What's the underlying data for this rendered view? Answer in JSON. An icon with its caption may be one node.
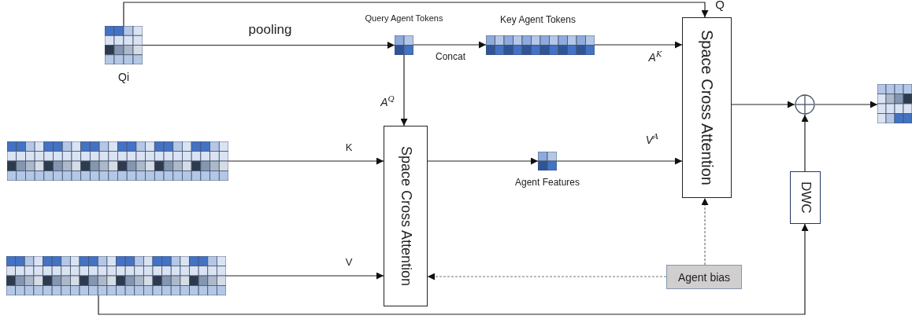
{
  "diagram": {
    "nodes": [
      {
        "text": [],
        "shape": "picture",
        "beside": [
          "Qi"
        ]
      },
      {
        "text": [],
        "shape": "picture",
        "beside": [
          "Query Agent Tokens"
        ]
      },
      {
        "text": [],
        "shape": "picture",
        "beside": [
          "Key Agent Tokens"
        ]
      },
      {
        "text": [
          "Space Cross Attention"
        ]
      },
      {
        "text": [],
        "shape": "picture"
      },
      {
        "text": [],
        "shape": "picture"
      },
      {
        "text": [
          "Space Cross Attention"
        ]
      },
      {
        "text": [],
        "shape": "picture",
        "beside": [
          "Agent Features"
        ]
      },
      {
        "text": [],
        "shape": "circle"
      },
      {
        "text": [],
        "shape": "picture"
      },
      {
        "text": [
          "DWC"
        ]
      },
      {
        "text": [
          "Agent bias"
        ]
      }
    ],
    "edges": [
      {
        "from": 0,
        "to": 3,
        "arrow": "to",
        "label": "Q"
      },
      {
        "from": 0,
        "to": 1,
        "arrow": "to",
        "label": "pooling"
      },
      {
        "from": 1,
        "to": 2,
        "arrow": "to",
        "label": "Concat"
      },
      {
        "from": 2,
        "to": 3,
        "arrow": "to",
        "label": "*A*$^{K}$"
      },
      {
        "from": 1,
        "to": 6,
        "arrow": "to",
        "label": "*A*$^{Q}$"
      },
      {
        "from": 4,
        "to": 6,
        "arrow": "to",
        "label": "K"
      },
      {
        "from": 5,
        "to": 6,
        "arrow": "to",
        "label": "V"
      },
      {
        "from": 6,
        "to": 7,
        "arrow": "to"
      },
      {
        "from": 7,
        "to": 3,
        "arrow": "to",
        "label": "*V*$^{A}$"
      },
      {
        "from": 3,
        "to": 8,
        "arrow": "to"
      },
      {
        "from": 8,
        "to": 9,
        "arrow": "to"
      },
      {
        "from": 10,
        "to": 8,
        "arrow": "to"
      },
      {
        "from": 5,
        "to": 10,
        "arrow": "to"
      },
      {
        "from": 11,
        "to": 3,
        "arrow": "to",
        "style": "dashed"
      },
      {
        "from": 11,
        "to": 6,
        "arrow": "to",
        "style": "dashed"
      }
    ]
  }
}
